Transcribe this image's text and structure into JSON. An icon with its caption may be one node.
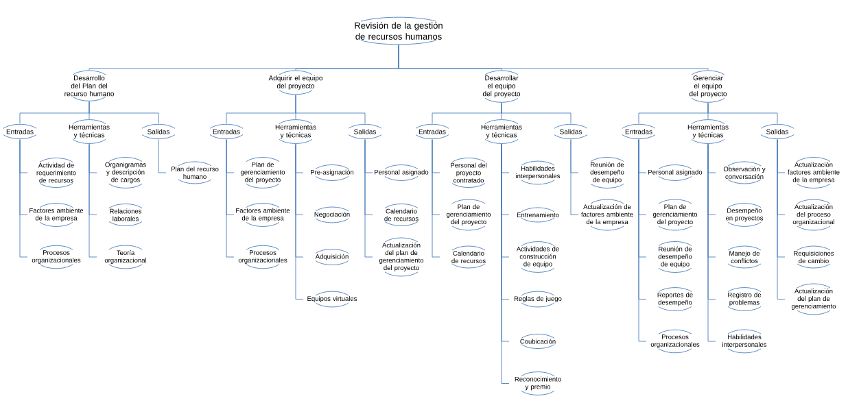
{
  "diagram": {
    "nodes": [
      {
        "text": [
          "Revisión de la gestión de recursos humanos"
        ]
      },
      {
        "text": [
          "Desarrollo del Plan del recurso humano"
        ]
      },
      {
        "text": [
          "Entradas"
        ]
      },
      {
        "text": [
          "Actividad de requerimiento de recursos"
        ]
      },
      {
        "text": [
          "Factores ambiente de la empresa"
        ]
      },
      {
        "text": [
          "Procesos organizacionales"
        ]
      },
      {
        "text": [
          "Herramientas y técnicas"
        ]
      },
      {
        "text": [
          "Organigramas y descripción de cargos"
        ]
      },
      {
        "text": [
          "Relaciones laborales"
        ]
      },
      {
        "text": [
          "Teoría organizacional"
        ]
      },
      {
        "text": [
          "Salidas"
        ]
      },
      {
        "text": [
          "Plan del recurso humano"
        ]
      },
      {
        "text": [
          "Adquirir el equipo del proyecto"
        ]
      },
      {
        "text": [
          "Entradas"
        ]
      },
      {
        "text": [
          "Plan de gerenciamiento del proyecto"
        ]
      },
      {
        "text": [
          "Factores ambiente de la empresa"
        ]
      },
      {
        "text": [
          "Procesos organizacionales"
        ]
      },
      {
        "text": [
          "Herramientas y técnicas"
        ]
      },
      {
        "text": [
          "Pre-asignación"
        ]
      },
      {
        "text": [
          "Negociación"
        ]
      },
      {
        "text": [
          "Adquisición"
        ]
      },
      {
        "text": [
          "Equipos virtuales"
        ]
      },
      {
        "text": [
          "Salidas"
        ]
      },
      {
        "text": [
          "Personal asignado"
        ]
      },
      {
        "text": [
          "Calendario de recursos"
        ]
      },
      {
        "text": [
          "Actualización del plan de gerenciamiento del proyecto"
        ]
      },
      {
        "text": [
          "Desarrollar el equipo del proyecto"
        ]
      },
      {
        "text": [
          "Entradas"
        ]
      },
      {
        "text": [
          "Personal del proyecto contratado"
        ]
      },
      {
        "text": [
          "Plan de gerenciamiento del proyecto"
        ]
      },
      {
        "text": [
          "Calendario de recursos"
        ]
      },
      {
        "text": [
          "Herramientas y técnicas"
        ]
      },
      {
        "text": [
          "Habilidades interpersonales"
        ]
      },
      {
        "text": [
          "Entrenamiento"
        ]
      },
      {
        "text": [
          "Actividades de construcción de equipo"
        ]
      },
      {
        "text": [
          "Reglas de juego"
        ]
      },
      {
        "text": [
          "Coubicación"
        ]
      },
      {
        "text": [
          "Reconocimiento y premio"
        ]
      },
      {
        "text": [
          "Salidas"
        ]
      },
      {
        "text": [
          "Reunión de desempeño de equipo"
        ]
      },
      {
        "text": [
          "Actualización de factores ambiente de la empresa"
        ]
      },
      {
        "text": [
          "Gerenciar el equipo del proyecto"
        ]
      },
      {
        "text": [
          "Entradas"
        ]
      },
      {
        "text": [
          "Personal asignado"
        ]
      },
      {
        "text": [
          "Plan de gerenciamiento del proyecto"
        ]
      },
      {
        "text": [
          "Reunión de desempeño de equipo"
        ]
      },
      {
        "text": [
          "Reportes de desempeño"
        ]
      },
      {
        "text": [
          "Procesos organizacionales"
        ]
      },
      {
        "text": [
          "Herramientas y técnicas"
        ]
      },
      {
        "text": [
          "Observación y conversación"
        ]
      },
      {
        "text": [
          "Desempeño en proyectos"
        ]
      },
      {
        "text": [
          "Manejo de conflictos"
        ]
      },
      {
        "text": [
          "Registro de problemas"
        ]
      },
      {
        "text": [
          "Habilidades interpersonales"
        ]
      },
      {
        "text": [
          "Salidas"
        ]
      },
      {
        "text": [
          "Actualización factores ambiente de la empresa"
        ]
      },
      {
        "text": [
          "Actualización del proceso organizacional"
        ]
      },
      {
        "text": [
          "Requisiciones de cambio"
        ]
      },
      {
        "text": [
          "Actualización del plan de gerenciamiento"
        ]
      }
    ],
    "edges": [
      {
        "from": 0,
        "to": 1,
        "arrow": "none"
      },
      {
        "from": 0,
        "to": 12,
        "arrow": "none"
      },
      {
        "from": 0,
        "to": 26,
        "arrow": "none"
      },
      {
        "from": 0,
        "to": 41,
        "arrow": "none"
      },
      {
        "from": 1,
        "to": 2,
        "arrow": "none"
      },
      {
        "from": 1,
        "to": 6,
        "arrow": "none"
      },
      {
        "from": 1,
        "to": 10,
        "arrow": "none"
      },
      {
        "from": 2,
        "to": 3,
        "arrow": "none"
      },
      {
        "from": 2,
        "to": 4,
        "arrow": "none"
      },
      {
        "from": 2,
        "to": 5,
        "arrow": "none"
      },
      {
        "from": 6,
        "to": 7,
        "arrow": "none"
      },
      {
        "from": 6,
        "to": 8,
        "arrow": "none"
      },
      {
        "from": 6,
        "to": 9,
        "arrow": "none"
      },
      {
        "from": 10,
        "to": 11,
        "arrow": "none"
      },
      {
        "from": 12,
        "to": 13,
        "arrow": "none"
      },
      {
        "from": 12,
        "to": 17,
        "arrow": "none"
      },
      {
        "from": 12,
        "to": 22,
        "arrow": "none"
      },
      {
        "from": 13,
        "to": 14,
        "arrow": "none"
      },
      {
        "from": 13,
        "to": 15,
        "arrow": "none"
      },
      {
        "from": 13,
        "to": 16,
        "arrow": "none"
      },
      {
        "from": 17,
        "to": 18,
        "arrow": "none"
      },
      {
        "from": 17,
        "to": 19,
        "arrow": "none"
      },
      {
        "from": 17,
        "to": 20,
        "arrow": "none"
      },
      {
        "from": 17,
        "to": 21,
        "arrow": "none"
      },
      {
        "from": 22,
        "to": 23,
        "arrow": "none"
      },
      {
        "from": 22,
        "to": 24,
        "arrow": "none"
      },
      {
        "from": 22,
        "to": 25,
        "arrow": "none"
      },
      {
        "from": 26,
        "to": 27,
        "arrow": "none"
      },
      {
        "from": 26,
        "to": 31,
        "arrow": "none"
      },
      {
        "from": 26,
        "to": 38,
        "arrow": "none"
      },
      {
        "from": 27,
        "to": 28,
        "arrow": "none"
      },
      {
        "from": 27,
        "to": 29,
        "arrow": "none"
      },
      {
        "from": 27,
        "to": 30,
        "arrow": "none"
      },
      {
        "from": 31,
        "to": 32,
        "arrow": "none"
      },
      {
        "from": 31,
        "to": 33,
        "arrow": "none"
      },
      {
        "from": 31,
        "to": 34,
        "arrow": "none"
      },
      {
        "from": 31,
        "to": 35,
        "arrow": "none"
      },
      {
        "from": 31,
        "to": 36,
        "arrow": "none"
      },
      {
        "from": 31,
        "to": 37,
        "arrow": "none"
      },
      {
        "from": 38,
        "to": 39,
        "arrow": "none"
      },
      {
        "from": 38,
        "to": 40,
        "arrow": "none"
      },
      {
        "from": 41,
        "to": 42,
        "arrow": "none"
      },
      {
        "from": 41,
        "to": 48,
        "arrow": "none"
      },
      {
        "from": 41,
        "to": 54,
        "arrow": "none"
      },
      {
        "from": 42,
        "to": 43,
        "arrow": "none"
      },
      {
        "from": 42,
        "to": 44,
        "arrow": "none"
      },
      {
        "from": 42,
        "to": 45,
        "arrow": "none"
      },
      {
        "from": 42,
        "to": 46,
        "arrow": "none"
      },
      {
        "from": 42,
        "to": 47,
        "arrow": "none"
      },
      {
        "from": 48,
        "to": 49,
        "arrow": "none"
      },
      {
        "from": 48,
        "to": 50,
        "arrow": "none"
      },
      {
        "from": 48,
        "to": 51,
        "arrow": "none"
      },
      {
        "from": 48,
        "to": 52,
        "arrow": "none"
      },
      {
        "from": 48,
        "to": 53,
        "arrow": "none"
      },
      {
        "from": 54,
        "to": 55,
        "arrow": "none"
      },
      {
        "from": 54,
        "to": 56,
        "arrow": "none"
      },
      {
        "from": 54,
        "to": 57,
        "arrow": "none"
      },
      {
        "from": 54,
        "to": 58,
        "arrow": "none"
      }
    ]
  }
}
